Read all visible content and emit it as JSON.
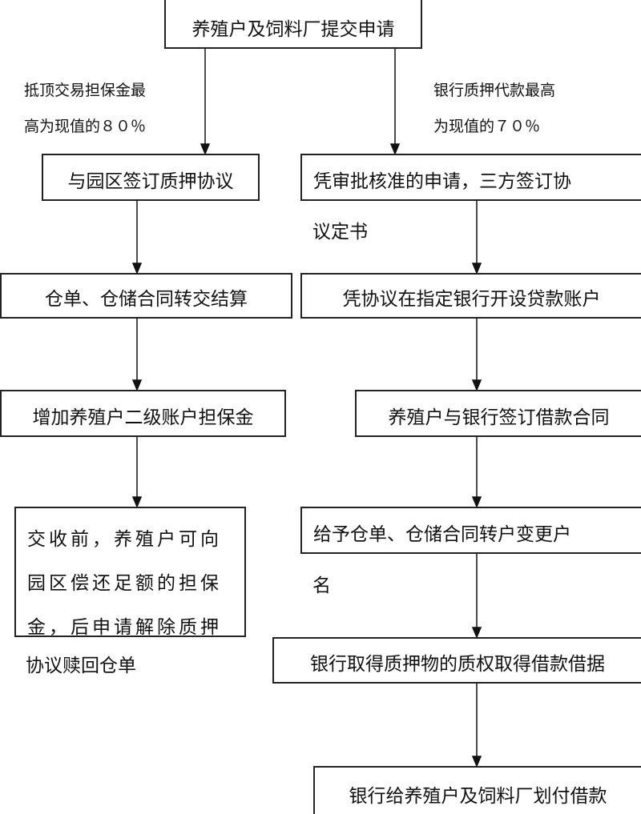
{
  "start": "养殖户及饲料厂提交申请",
  "left_label": [
    "抵顶交易担保金最",
    "高为现值的８０％"
  ],
  "right_label": [
    "银行质押代款最高",
    "为现值的７０％"
  ],
  "left": [
    "与园区签订质押协议",
    "仓单、仓储合同转交结算",
    "增加养殖户二级账户担保金"
  ],
  "left_final": [
    "交收前，养殖户可向",
    "园区偿还足额的担保",
    "金，后申请解除质押",
    "协议赎回仓单"
  ],
  "right1": [
    "凭审批核准的申请，三方签订协",
    "议定书"
  ],
  "right2": "凭协议在指定银行开设贷款账户",
  "right3": "养殖户与银行签订借款合同",
  "right4": [
    "给予仓单、仓储合同转户变更户",
    "名"
  ],
  "right5": "银行取得质押物的质权取得借款借据",
  "right6": "银行给养殖户及饲料厂划付借款"
}
